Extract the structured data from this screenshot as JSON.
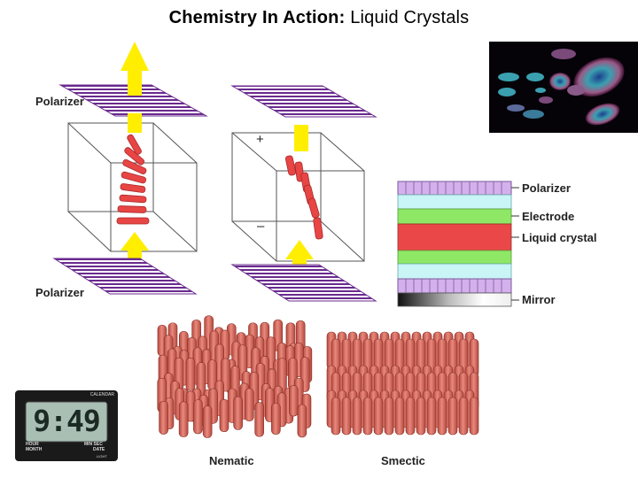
{
  "title": {
    "bold_part": "Chemistry In Action:",
    "normal_part": " Liquid Crystals"
  },
  "twisted_cell": {
    "polarizer_top_label": "Polarizer",
    "polarizer_bottom_label": "Polarizer",
    "plus_sign": "+",
    "minus_sign": "–"
  },
  "layer_stack": {
    "labels": [
      "Polarizer",
      "Electrode",
      "Liquid crystal",
      "Mirror"
    ],
    "colors": {
      "polarizer": "#d4b0ec",
      "electrode": "#8ee865",
      "transparent": "#c9f5f7",
      "liquid_crystal": "#ea4848"
    }
  },
  "phases": {
    "nematic_label": "Nematic",
    "smectic_label": "Smectic",
    "rod_color": "#d96b5f"
  },
  "lcd_display": {
    "top_text": "CALENDAR",
    "digits": "9:49",
    "left_text_1": "HOUR",
    "left_text_2": "MONTH",
    "right_text_1": "MIN SEC",
    "right_text_2": "DATE",
    "bottom_right_text": "LIGHT"
  },
  "colors": {
    "arrow": "#ffee00",
    "rod": "#e84545",
    "polarizer_stripe": "#6a2a8e"
  }
}
